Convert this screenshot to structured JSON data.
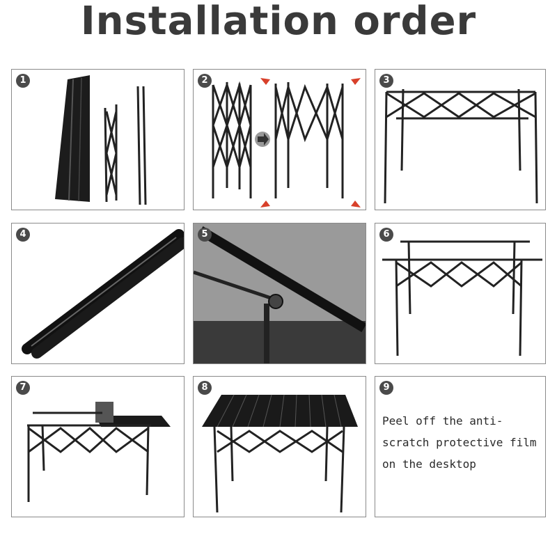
{
  "title": "Installation order",
  "steps": [
    {
      "number": "1"
    },
    {
      "number": "2"
    },
    {
      "number": "3"
    },
    {
      "number": "4"
    },
    {
      "number": "5"
    },
    {
      "number": "6"
    },
    {
      "number": "7"
    },
    {
      "number": "8"
    },
    {
      "number": "9",
      "text": "Peel off the anti-scratch protective film on the desktop"
    }
  ],
  "colors": {
    "frame": "#222222",
    "badge": "#4a4a4a",
    "title": "#3a3a3a",
    "arrow": "#d8402a"
  }
}
